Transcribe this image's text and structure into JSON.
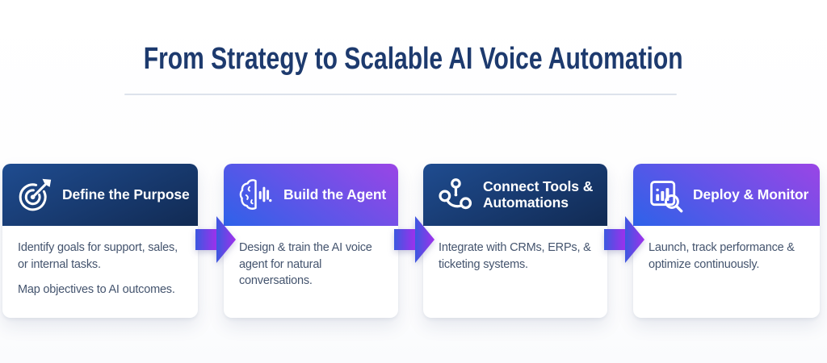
{
  "header": {
    "title": "From Strategy to Scalable AI Voice Automation"
  },
  "steps": [
    {
      "title": "Define the Purpose",
      "icon": "target-icon",
      "header_style": "navy",
      "body": [
        "Identify goals for support, sales, or internal tasks.",
        "Map objectives to AI outcomes."
      ]
    },
    {
      "title": "Build the Agent",
      "icon": "brain-voice-icon",
      "header_style": "gradient",
      "body": [
        "Design & train the AI voice agent for natural conversations."
      ]
    },
    {
      "title": "Connect Tools & Automations",
      "icon": "network-nodes-icon",
      "header_style": "navy",
      "body": [
        "Integrate with CRMs, ERPs, & ticketing systems."
      ]
    },
    {
      "title": "Deploy & Monitor",
      "icon": "chart-magnifier-icon",
      "header_style": "gradient",
      "body": [
        "Launch, track performance & optimize continuously."
      ]
    }
  ],
  "colors": {
    "title": "#1d3a6e",
    "body_text": "#44546e",
    "card_title": "#ffffff",
    "card_background": "#ffffff",
    "navy_header_start": "#1f4c90",
    "navy_header_end": "#122c56",
    "gradient_header_start": "#2e62e9",
    "gradient_header_end": "#9a45e6",
    "arrow_start": "#3c58e0",
    "arrow_end": "#a030ec",
    "divider": "#dde3ec"
  }
}
